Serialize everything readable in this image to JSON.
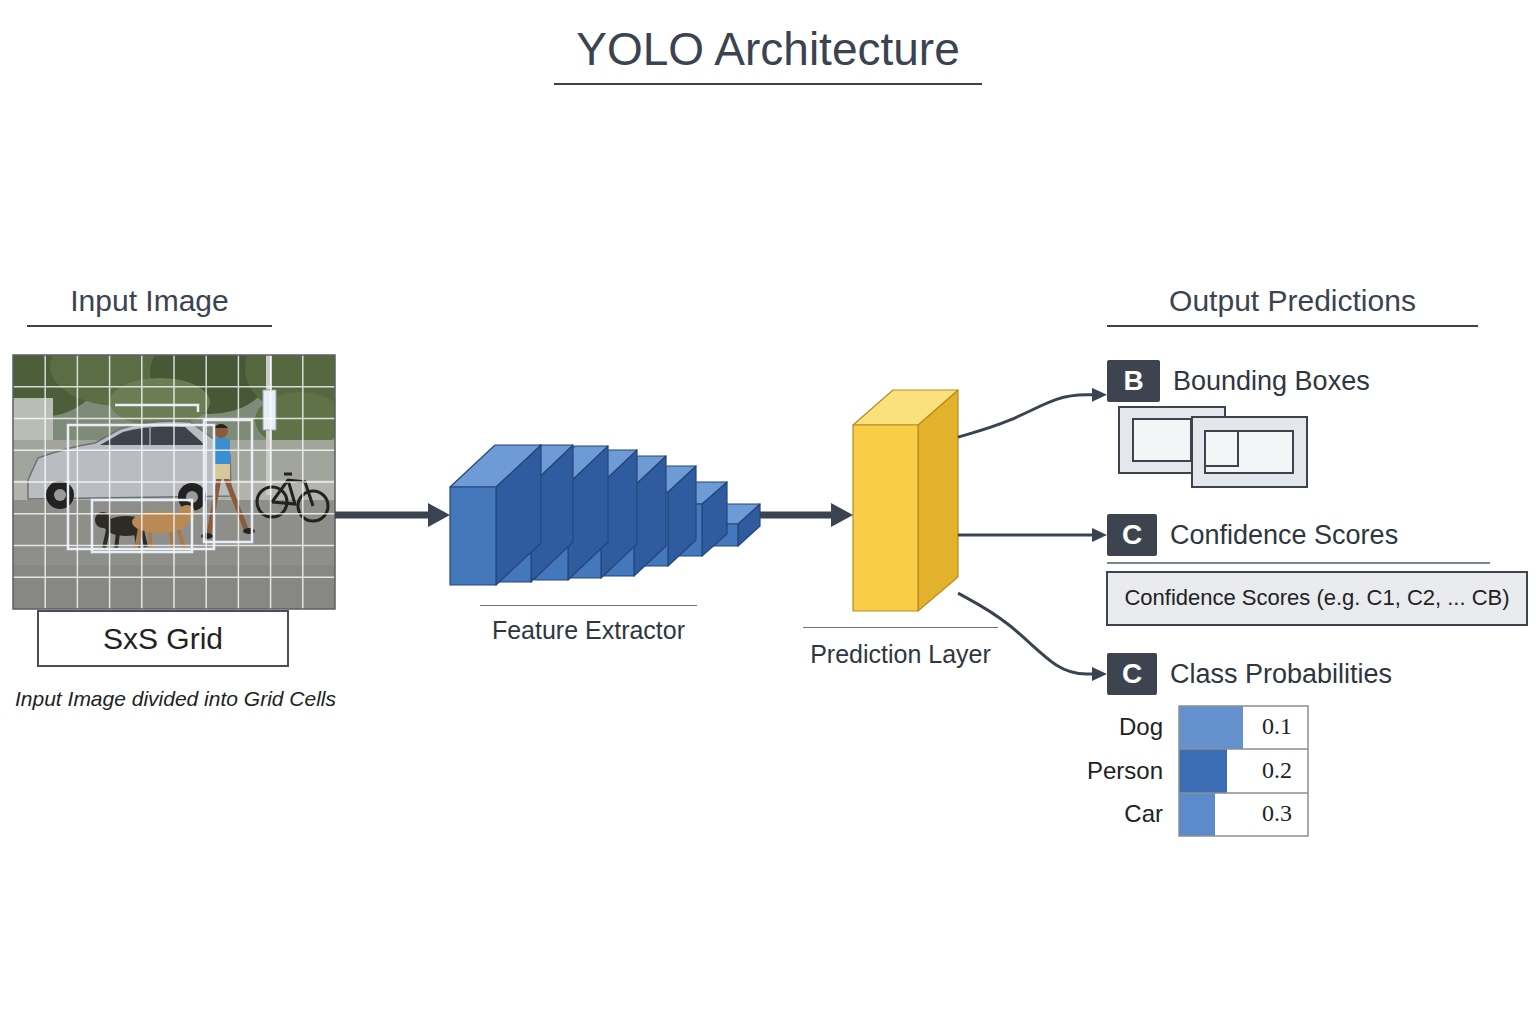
{
  "diagram": {
    "title": "YOLO Architecture",
    "nodes": [
      {
        "text": [
          "Input Image"
        ]
      },
      {
        "text": [
          "SxS Grid"
        ]
      },
      {
        "text": [
          "Feature Extractor"
        ]
      },
      {
        "text": [
          "Prediction Layer"
        ]
      },
      {
        "text": [
          "B",
          "Bounding Boxes"
        ]
      },
      {
        "text": [
          "C",
          "Confidence Scores"
        ]
      },
      {
        "text": [
          "Confidence Scores (e.g. C1, C2, ... CB)"
        ]
      },
      {
        "text": [
          "C",
          "Class Probabilities"
        ]
      }
    ],
    "edges": [
      {
        "from": 0,
        "to": 2,
        "arrow": "to"
      },
      {
        "from": 2,
        "to": 3,
        "arrow": "to"
      },
      {
        "from": 3,
        "to": 4,
        "arrow": "to"
      },
      {
        "from": 3,
        "to": 5,
        "arrow": "to"
      },
      {
        "from": 3,
        "to": 7,
        "arrow": "to"
      }
    ],
    "labels": [
      "Input Image divided into Grid Cells",
      "Output Predictions",
      "Dog",
      "0.1",
      "Person",
      "0.2",
      "Car",
      "0.3"
    ]
  }
}
